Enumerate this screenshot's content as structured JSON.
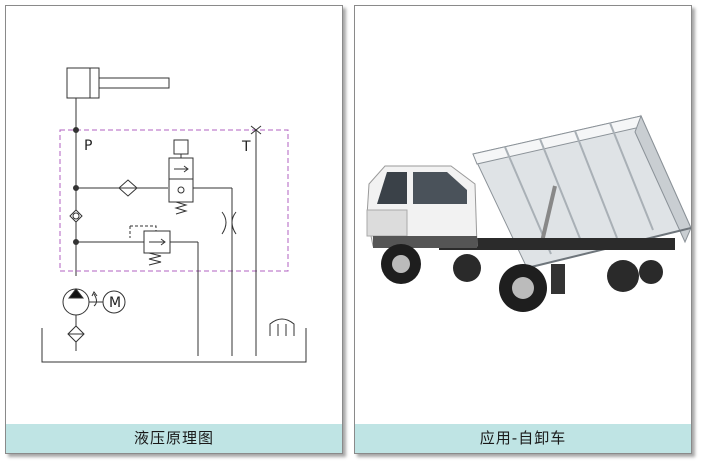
{
  "panels": {
    "left": {
      "caption": "液压原理图"
    },
    "right": {
      "caption": "应用-自卸车"
    }
  },
  "diagram": {
    "pressure_port": "P",
    "tank_port": "T",
    "motor_label": "M"
  },
  "colors": {
    "caption_bg": "#bfe4e4",
    "line": "#333333",
    "dash_box": "#b060c0",
    "truck_bed": "#dfe3e6",
    "truck_cab": "#f2f2f2"
  },
  "icons": [
    "hydraulic-cylinder-icon",
    "solenoid-valve-icon",
    "check-valve-icon",
    "filter-icon",
    "relief-valve-icon",
    "throttle-icon",
    "pump-icon",
    "motor-icon",
    "tank-icon",
    "dump-truck-image"
  ]
}
